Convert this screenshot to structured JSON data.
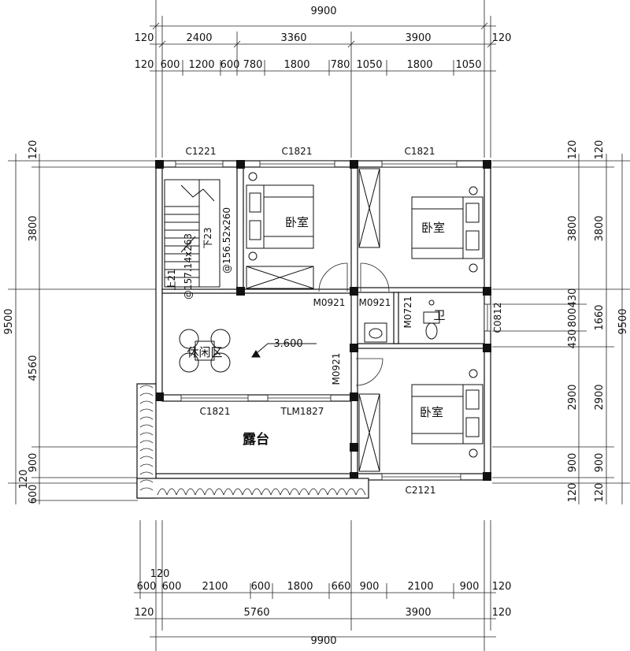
{
  "dims": {
    "top_total": "9900",
    "top_row1": [
      "120",
      "2400",
      "3360",
      "3900",
      "120"
    ],
    "top_row2": [
      "120",
      "600",
      "1200",
      "600",
      "780",
      "1800",
      "780",
      "1050",
      "1800",
      "1050"
    ],
    "bottom_row1": [
      "600",
      "600",
      "2100",
      "600",
      "1800",
      "660",
      "900",
      "2100",
      "900",
      "120"
    ],
    "bottom_row1_extra": "120",
    "bottom_row2": [
      "120",
      "5760",
      "3900",
      "120"
    ],
    "bottom_total": "9900",
    "left_total": "9500",
    "left_segments": [
      "120",
      "3800",
      "4560",
      "900",
      "120",
      "600"
    ],
    "right_outer": [
      "120",
      "3800",
      "1660",
      "2900",
      "900",
      "120"
    ],
    "right_inner": [
      "120",
      "3800",
      "430",
      "800",
      "430",
      "2900",
      "900",
      "120"
    ],
    "right_total": "9500"
  },
  "labels": {
    "windows": [
      "C1221",
      "C1821",
      "C1821",
      "C1821",
      "C2121",
      "C0812"
    ],
    "doors": [
      "M0921",
      "M0921",
      "M0921",
      "M0721",
      "TLM1827"
    ],
    "stair_up": "上21",
    "stair_down": "下23",
    "stair_rail1": "@157.14x263",
    "stair_rail2": "@156.52x260"
  },
  "rooms": {
    "bedroom": "卧室",
    "bath": "卫",
    "lounge": "休闲区",
    "terrace": "露台",
    "level": "3.600"
  }
}
